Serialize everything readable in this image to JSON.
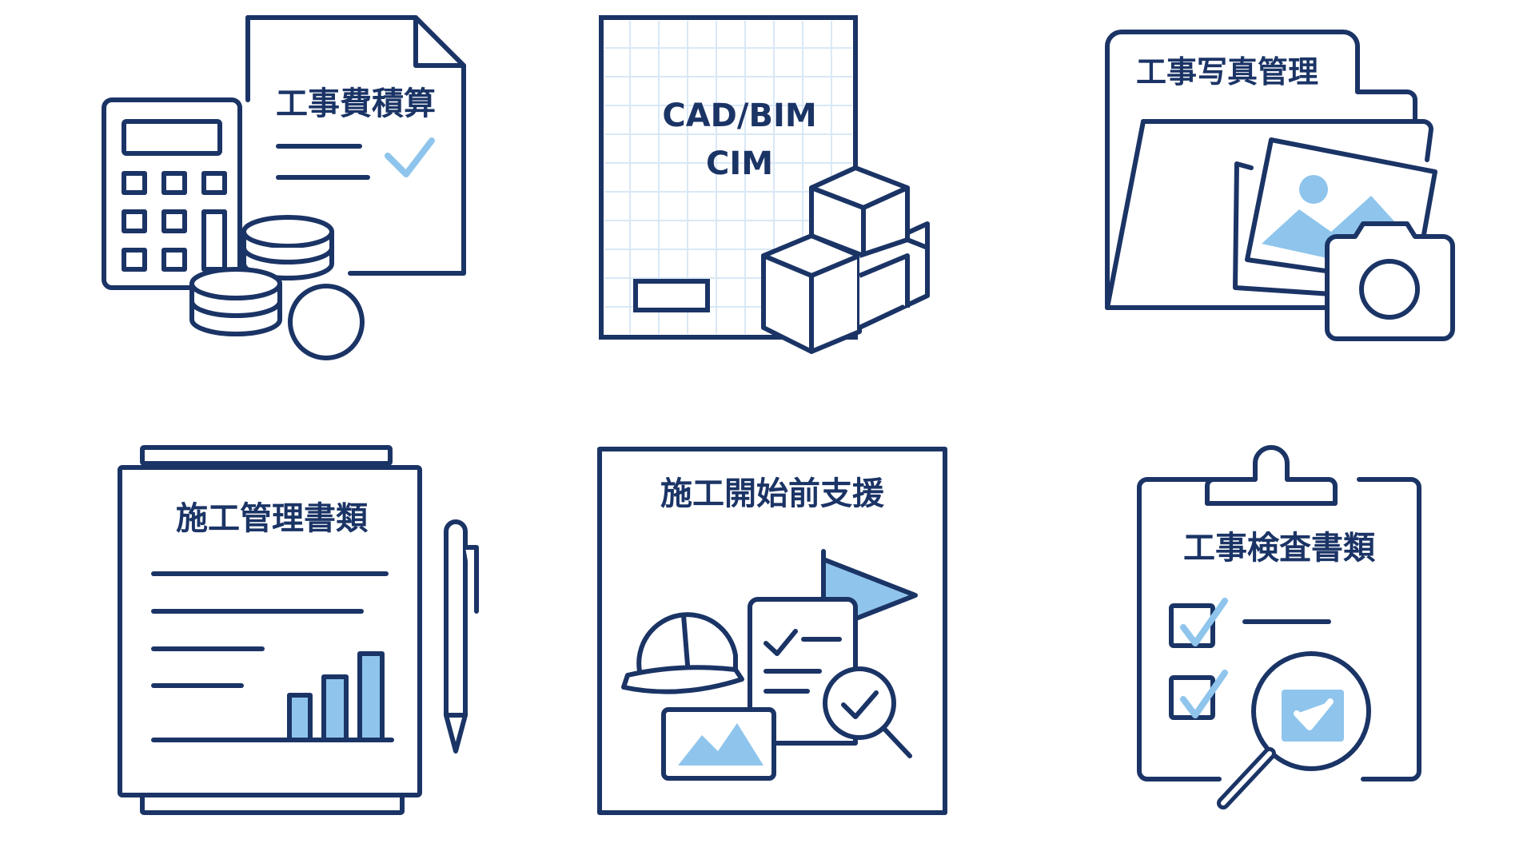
{
  "colors": {
    "navy": "#1b3466",
    "light_blue": "#8fc5ec",
    "grid": "#d9e8f6",
    "background": "#ffffff"
  },
  "tiles": [
    {
      "label": "工事費積算",
      "icon": "estimate-document-calculator-coins-icon"
    },
    {
      "label_line1": "CAD/BIM",
      "label_line2": "CIM",
      "icon": "cad-grid-document-cubes-icon"
    },
    {
      "label": "工事写真管理",
      "icon": "photo-folder-camera-icon"
    },
    {
      "label": "施工管理書類",
      "icon": "document-bar-chart-pen-icon"
    },
    {
      "label": "施工開始前支援",
      "icon": "helmet-flag-checklist-magnifier-icon"
    },
    {
      "label": "工事検査書類",
      "icon": "clipboard-checklist-magnifier-icon"
    }
  ]
}
